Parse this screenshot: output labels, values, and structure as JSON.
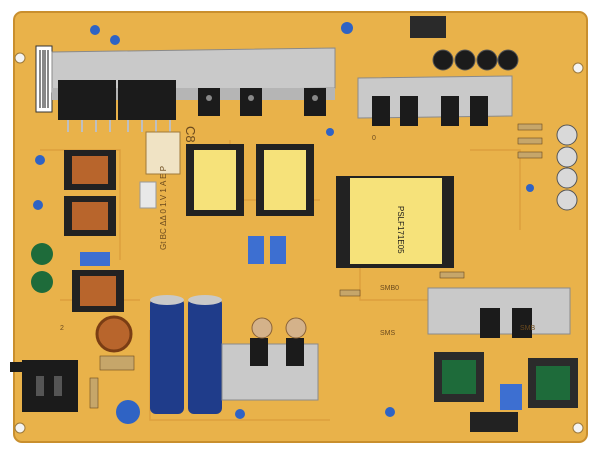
{
  "image": {
    "kind": "photo",
    "subject": "power-supply-circuit-board",
    "colors": {
      "background": "#ffffff",
      "board": "#e9b24a",
      "board_edge": "#d49a35",
      "heatsink": "#c9c9c9",
      "capacitor_blue": "#1f3c8a",
      "transformer_yellow": "#f6e27a",
      "copper": "#b8652c",
      "ceramic_blue": "#2f63c4",
      "black_part": "#1b1b1b",
      "inductor_green": "#1e6b3a"
    }
  },
  "silkscreen": {
    "model_text": "PSLF171E05",
    "vertical_text": "Gt BC ΔΔ 0 1.V 1 Α Ε Ρ",
    "c8_label": "C8",
    "codes": [
      "SMB0",
      "SMB",
      "0",
      "2",
      "SMS"
    ]
  }
}
